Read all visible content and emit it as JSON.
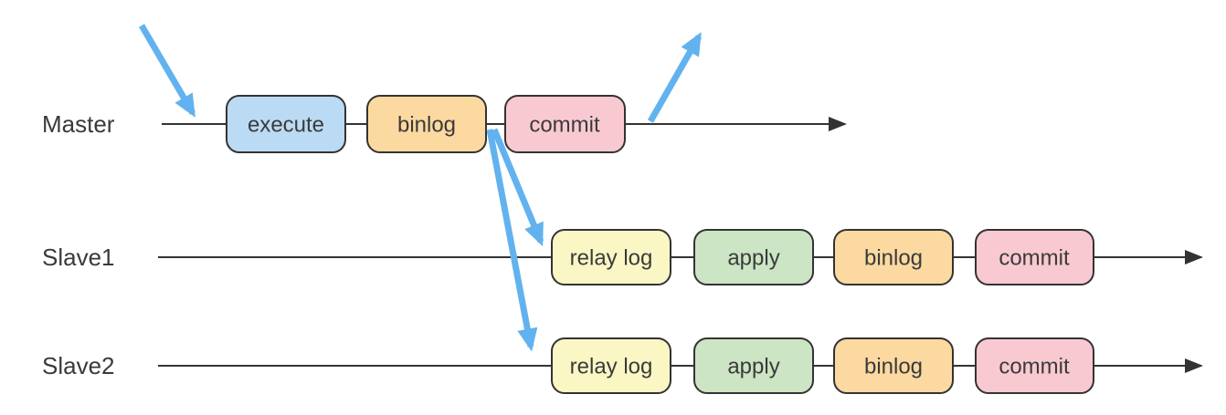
{
  "diagram": {
    "rows": [
      {
        "label": "Master",
        "boxes": [
          {
            "label": "execute",
            "fill": "#bbdbf4"
          },
          {
            "label": "binlog",
            "fill": "#fbd9a0"
          },
          {
            "label": "commit",
            "fill": "#f9c9d2"
          }
        ]
      },
      {
        "label": "Slave1",
        "boxes": [
          {
            "label": "relay log",
            "fill": "#fbf7c5"
          },
          {
            "label": "apply",
            "fill": "#cce5c4"
          },
          {
            "label": "binlog",
            "fill": "#fbd9a0"
          },
          {
            "label": "commit",
            "fill": "#f9c9d2"
          }
        ]
      },
      {
        "label": "Slave2",
        "boxes": [
          {
            "label": "relay log",
            "fill": "#fbf7c5"
          },
          {
            "label": "apply",
            "fill": "#cce5c4"
          },
          {
            "label": "binlog",
            "fill": "#fbd9a0"
          },
          {
            "label": "commit",
            "fill": "#f9c9d2"
          }
        ]
      }
    ],
    "colors": {
      "arrow": "#62b2ef",
      "line": "#333333",
      "box_border": "#333333",
      "text": "#3a3a3a",
      "background": "#ffffff"
    }
  }
}
